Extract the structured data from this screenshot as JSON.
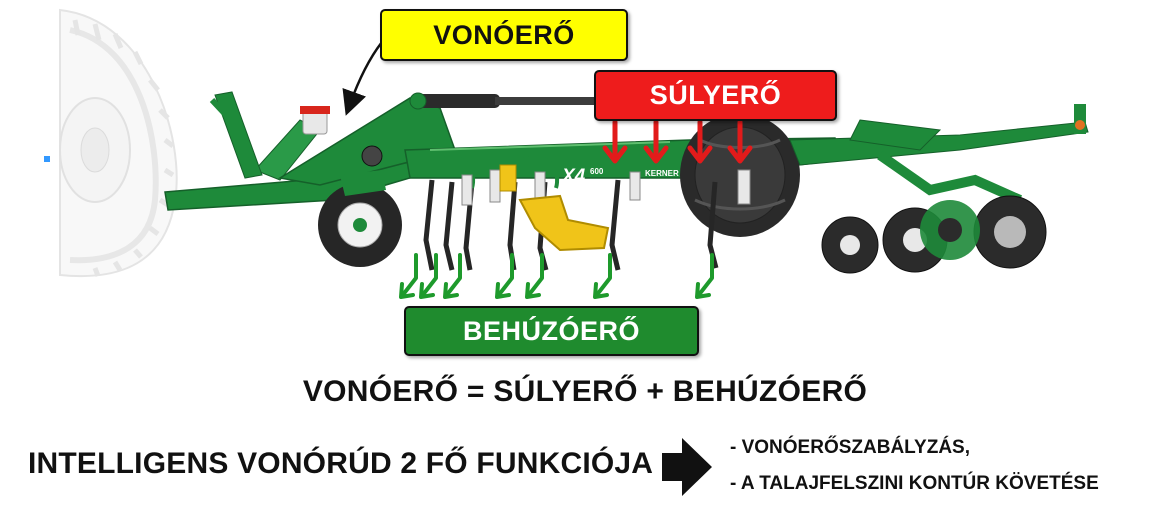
{
  "labels": {
    "pull_force": "VONÓERŐ",
    "weight_force": "SÚLYERŐ",
    "draw_in_force": "BEHÚZÓERŐ"
  },
  "equation": "VONÓERŐ = SÚLYERŐ + BEHÚZÓERŐ",
  "functions": {
    "title": "INTELLIGENS VONÓRÚD  2 FŐ  FUNKCIÓJA",
    "items": [
      "- VONÓERŐSZABÁLYZÁS,",
      "- A TALAJFELSZINI KONTÚR KÖVETÉSE"
    ]
  },
  "brand_marks": {
    "model": "X4",
    "model_suffix": "600",
    "maker": "KERNER"
  },
  "colors": {
    "machine_green": "#1e8a3a",
    "pull_label_bg": "#ffff00",
    "weight_label_bg": "#ee1c1c",
    "weight_arrow": "#e21b1b",
    "draw_label_bg": "#1f8b2e",
    "draw_arrow": "#1e9a2c"
  }
}
